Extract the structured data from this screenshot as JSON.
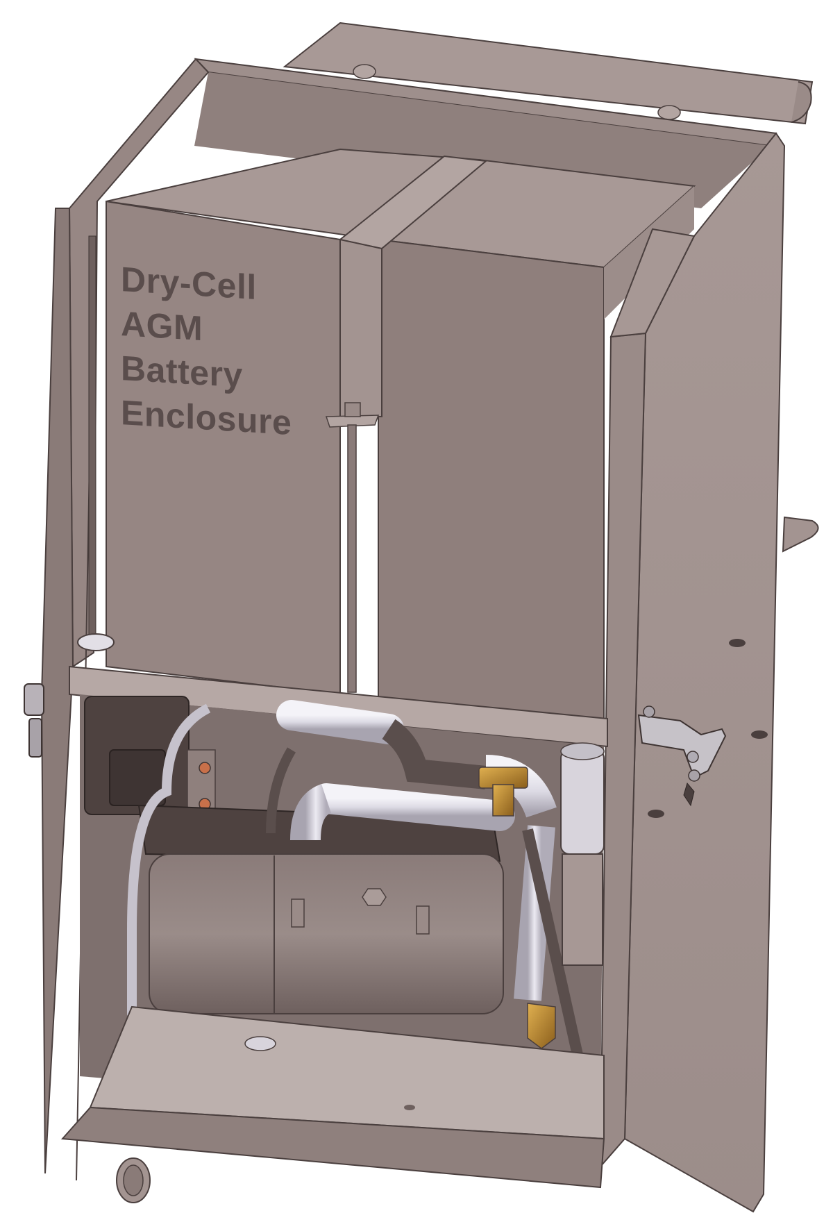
{
  "figure": {
    "subject": "Battery and heater enclosure cutaway",
    "label_lines": [
      "Dry-Cell",
      "AGM",
      "Battery",
      "Enclosure"
    ]
  },
  "colors": {
    "background": "#ffffff",
    "enclosure_light": "#a89996",
    "enclosure_mid": "#978784",
    "enclosure_dark": "#7d6f6c",
    "outline": "#4a3f3e",
    "label_text": "#5a4d4c",
    "floor": "#bcb0ad",
    "heater_dark": "#4e4240",
    "pipe_white": "#e6e4ec",
    "brass": "#b8862e",
    "copper_terminal": "#c8704a"
  },
  "components": [
    {
      "name": "top-lid-flap"
    },
    {
      "name": "battery-box-left"
    },
    {
      "name": "battery-box-right"
    },
    {
      "name": "hold-down-strap"
    },
    {
      "name": "hold-down-rod-left"
    },
    {
      "name": "hold-down-rod-center"
    },
    {
      "name": "support-rail"
    },
    {
      "name": "control-unit"
    },
    {
      "name": "heater-body"
    },
    {
      "name": "coolant-pipes"
    },
    {
      "name": "brass-tee-fitting"
    },
    {
      "name": "circulation-pump"
    },
    {
      "name": "side-latch-right"
    },
    {
      "name": "side-latch-left"
    },
    {
      "name": "floor-tray"
    },
    {
      "name": "exhaust-outlet"
    }
  ]
}
